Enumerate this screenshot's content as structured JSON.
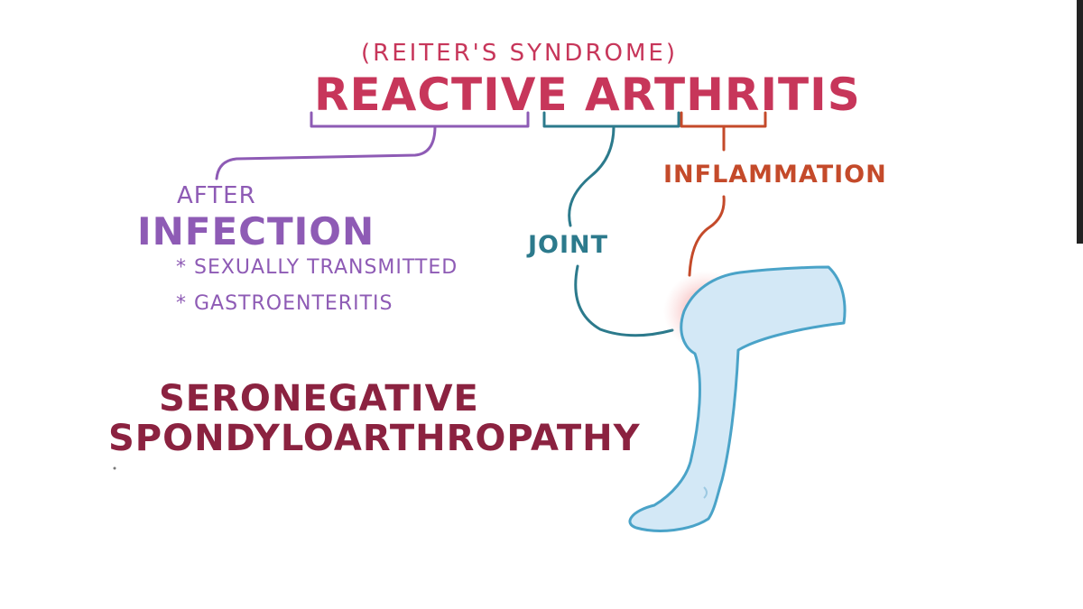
{
  "subtitle": "(REITER'S SYNDROME)",
  "title": {
    "reactive": "REACTIVE",
    "arthr": "ARTHR",
    "itis": "ITIS"
  },
  "left_branch": {
    "after": "AFTER",
    "infection": "INFECTION",
    "bullets": [
      "* SEXUALLY TRANSMITTED",
      "* GASTROENTERITIS"
    ]
  },
  "joint_label": "JOINT",
  "inflammation_label": "INFLAMMATION",
  "classification": {
    "line1": "SERONEGATIVE",
    "line2": "SPONDYLOARTHROPATHY"
  },
  "colors": {
    "title_red": "#c7365a",
    "purple": "#8e5bb5",
    "teal": "#2c7a8c",
    "orange_red": "#c44a2a",
    "dark_maroon": "#8b2240",
    "leg_fill": "#d3e8f6",
    "leg_outline": "#4aa3c8",
    "inflammation_glow": "#f08a8a"
  }
}
